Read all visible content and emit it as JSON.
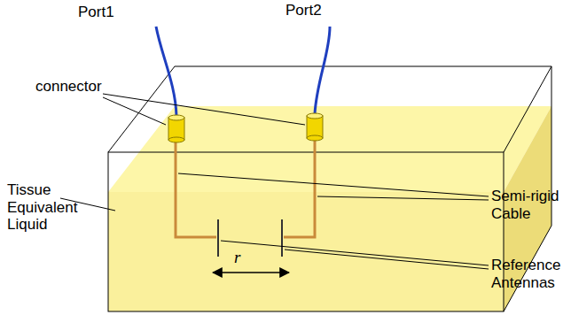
{
  "diagram": {
    "labels": [
      "Port1",
      "Port2",
      "connector",
      "Semi-rigid Cable",
      "Tissue Equivalent Liquid",
      "Reference Antennas",
      "r"
    ]
  }
}
